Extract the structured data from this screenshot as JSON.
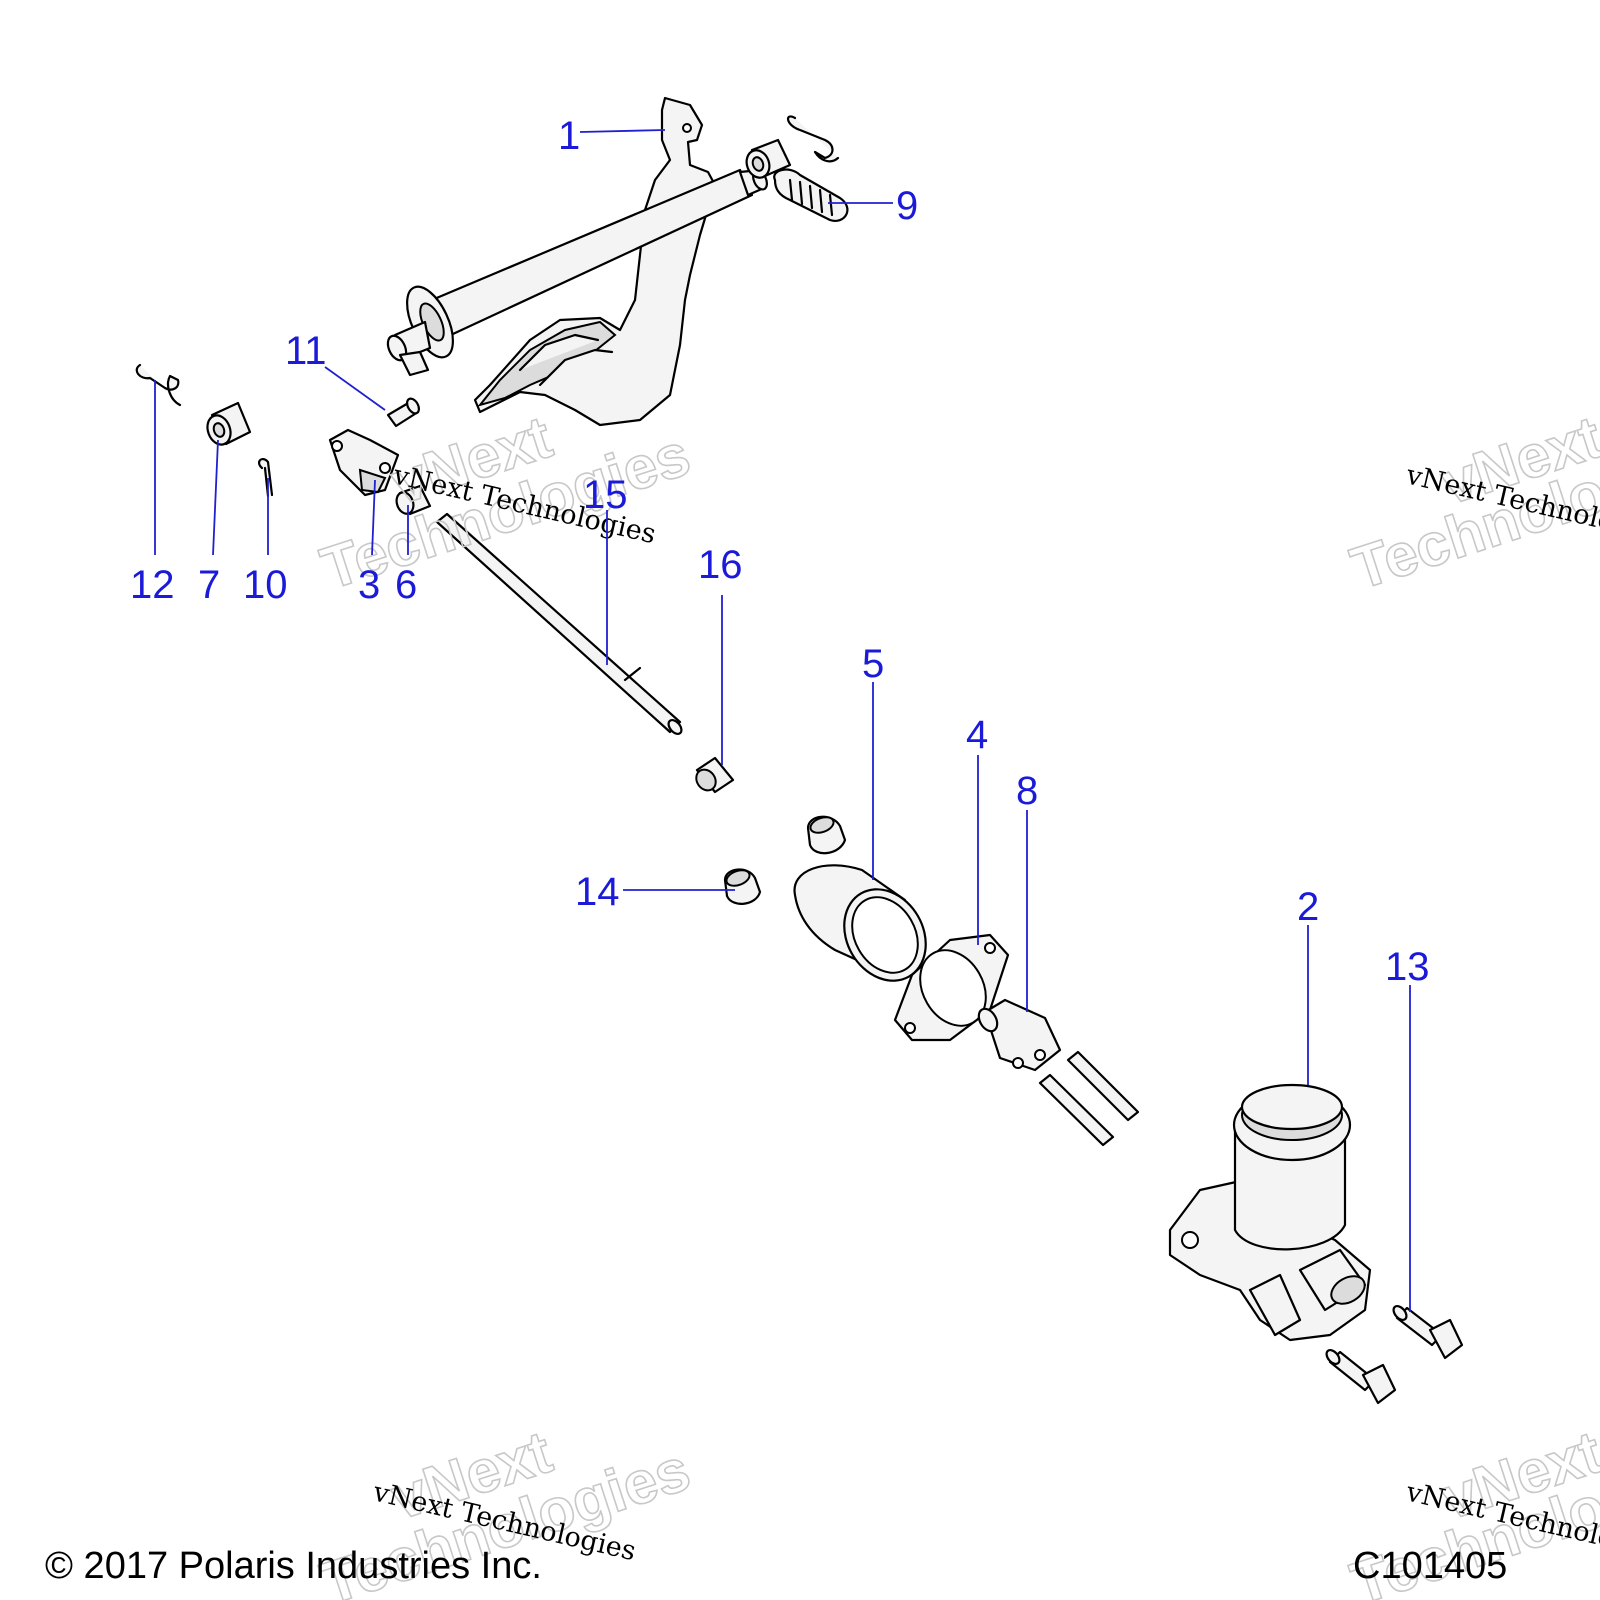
{
  "callouts": [
    {
      "id": "1",
      "label": "1"
    },
    {
      "id": "2",
      "label": "2"
    },
    {
      "id": "3",
      "label": "3"
    },
    {
      "id": "4",
      "label": "4"
    },
    {
      "id": "5",
      "label": "5"
    },
    {
      "id": "6",
      "label": "6"
    },
    {
      "id": "7",
      "label": "7"
    },
    {
      "id": "8",
      "label": "8"
    },
    {
      "id": "9",
      "label": "9"
    },
    {
      "id": "10",
      "label": "10"
    },
    {
      "id": "11",
      "label": "11"
    },
    {
      "id": "12",
      "label": "12"
    },
    {
      "id": "13",
      "label": "13"
    },
    {
      "id": "14",
      "label": "14"
    },
    {
      "id": "15",
      "label": "15"
    },
    {
      "id": "16",
      "label": "16"
    }
  ],
  "watermark": {
    "line": "vNext Technologies",
    "word1": "vNext",
    "word2": "Technologies"
  },
  "footer": {
    "copyright": "© 2017 Polaris Industries Inc.",
    "figure_code": "C101405"
  },
  "colors": {
    "callout": "#1a1ad8",
    "outline": "#000000",
    "watermark_outline": "#c8c8c8"
  }
}
